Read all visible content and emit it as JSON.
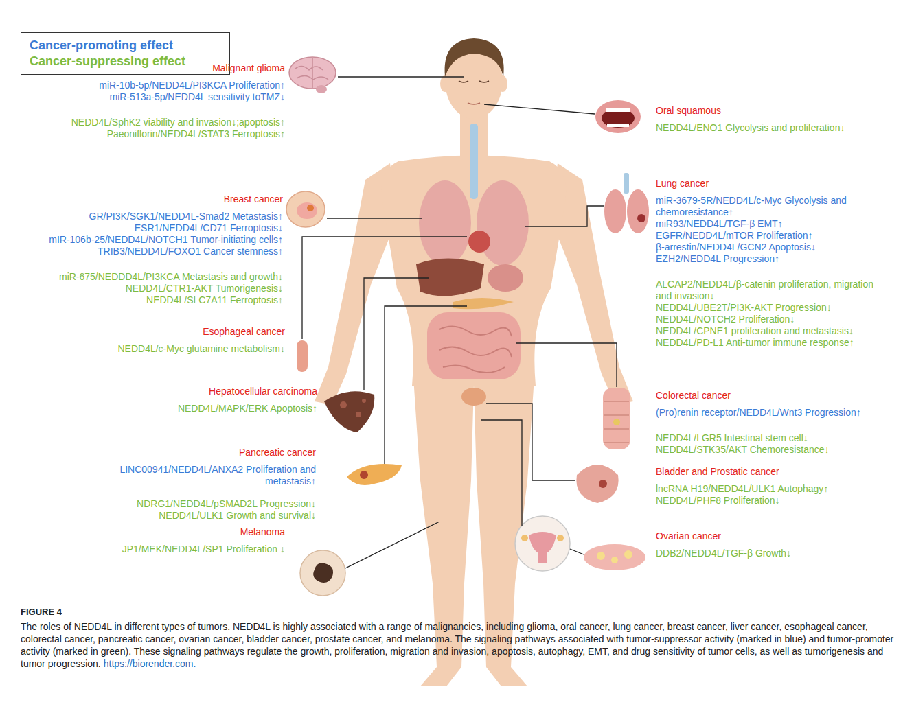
{
  "diagram": {
    "caption": "The roles of NEDD4L in different types of tumors. NEDD4L is highly associated with a range of malignancies, including glioma, oral cancer, lung cancer, breast cancer, liver cancer, esophageal cancer, colorectal cancer, pancreatic cancer, ovarian cancer, bladder cancer, prostate cancer, and melanoma. The signaling pathways associated with tumor-suppressor activity (marked in blue) and tumor-promoter activity (marked in green). These signaling pathways regulate the growth, proliferation, migration and invasion, apoptosis, autophagy, EMT, and drug sensitivity of tumor cells, as well as tumorigenesis and tumor progression.",
    "nodes": [
      {
        "text": [
          "Malignant glioma",
          "miR-10b-5p/NEDD4L/PI3KCA Proliferation↑",
          "miR-513a-5p/NEDD4L sensitivity toTMZ↓",
          "NEDD4L/SphK2 viability and invasion↓;apoptosis↑",
          "Paeoniflorin/NEDD4L/STAT3 Ferroptosis↑"
        ]
      },
      {
        "text": [
          "Breast cancer",
          "GR/PI3K/SGK1/NEDD4L-Smad2 Metastasis↑",
          "ESR1/NEDD4L/CD71 Ferroptosis↓",
          "mIR-106b-25/NEDD4L/NOTCH1 Tumor-initiating cells↑",
          "TRIB3/NEDD4L/FOXO1 Cancer stemness↑",
          "miR-675/NEDDD4L/PI3KCA Metastasis and growth↓",
          "NEDD4L/CTR1-AKT Tumorigenesis↓",
          "NEDD4L/SLC7A11 Ferroptosis↑"
        ]
      },
      {
        "text": [
          "Esophageal cancer",
          "NEDD4L/c-Myc glutamine metabolism↓"
        ]
      },
      {
        "text": [
          "Hepatocellular carcinoma",
          "NEDD4L/MAPK/ERK Apoptosis↑"
        ]
      },
      {
        "text": [
          "Pancreatic cancer",
          "LINC00941/NEDD4L/ANXA2 Proliferation and metastasis↑",
          "NDRG1/NEDD4L/pSMAD2L Progression↓",
          "NEDD4L/ULK1 Growth and survival↓"
        ]
      },
      {
        "text": [
          "Melanoma",
          "JP1/MEK/NEDD4L/SP1 Proliferation ↓"
        ]
      },
      {
        "text": [
          "Oral squamous",
          "NEDD4L/ENO1 Glycolysis and proliferation↓"
        ]
      },
      {
        "text": [
          "Lung cancer",
          "miR-3679-5R/NEDD4L/c-Myc Glycolysis and chemoresistance↑",
          "miR93/NEDD4L/TGF-β EMT↑",
          "EGFR/NEDD4L/mTOR Proliferation↑",
          "β-arrestin/NEDD4L/GCN2 Apoptosis↓",
          "EZH2/NEDD4L Progression↑",
          "ALCAP2/NEDD4L/β-catenin proliferation, migration and invasion↓",
          "NEDD4L/UBE2T/PI3K-AKT Progression↓",
          "NEDD4L/NOTCH2 Proliferation↓",
          "NEDD4L/CPNE1 proliferation and metastasis↓",
          "NEDD4L/PD-L1 Anti-tumor immune response↑"
        ]
      },
      {
        "text": [
          "Colorectal cancer",
          "(Pro)renin receptor/NEDD4L/Wnt3 Progression↑",
          "NEDD4L/LGR5 Intestinal stem cell↓",
          "NEDD4L/STK35/AKT Chemoresistance↓"
        ]
      },
      {
        "text": [
          "Bladder and Prostatic cancer",
          "lncRNA H19/NEDD4L/ULK1 Autophagy↑",
          "NEDD4L/PHF8 Proliferation↓"
        ]
      },
      {
        "text": [
          "Ovarian cancer",
          "DDB2/NEDD4L/TGF-β Growth↓"
        ]
      }
    ],
    "labels": [
      "FIGURE 4",
      "https://biorender.com."
    ],
    "legend": [
      {
        "text": "Cancer-promoting effect",
        "color": "#3a7bd5"
      },
      {
        "text": "Cancer-suppressing effect",
        "color": "#7dbb42"
      }
    ]
  }
}
